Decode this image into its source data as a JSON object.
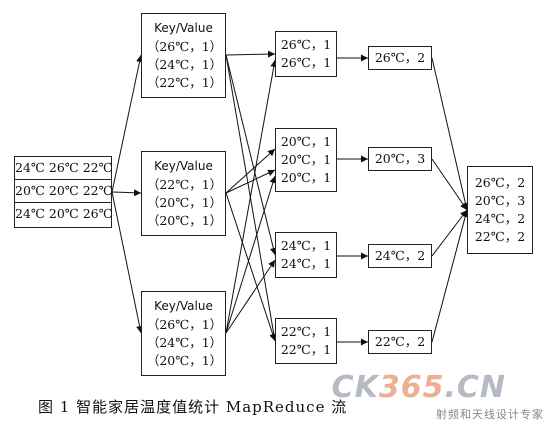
{
  "input": {
    "lines": [
      "24℃ 26℃ 22℃",
      "20℃ 20℃ 22℃",
      "24℃ 20℃ 26℃"
    ]
  },
  "map": [
    {
      "title": "Key/Value",
      "lines": [
        "（26℃，1）",
        "（24℃，1）",
        "（22℃，1）"
      ]
    },
    {
      "title": "Key/Value",
      "lines": [
        "（22℃，1）",
        "（20℃，1）",
        "（20℃，1）"
      ]
    },
    {
      "title": "Key/Value",
      "lines": [
        "（26℃，1）",
        "（24℃，1）",
        "（20℃，1）"
      ]
    }
  ],
  "shuffle": [
    {
      "lines": [
        "26℃，1",
        "26℃，1"
      ]
    },
    {
      "lines": [
        "20℃，1",
        "20℃，1",
        "20℃，1"
      ]
    },
    {
      "lines": [
        "24℃，1",
        "24℃，1"
      ]
    },
    {
      "lines": [
        "22℃，1",
        "22℃，1"
      ]
    }
  ],
  "reduce": [
    "26℃，2",
    "20℃，3",
    "24℃，2",
    "22℃，2"
  ],
  "output": {
    "lines": [
      "26℃，2",
      "20℃，3",
      "24℃，2",
      "22℃，2"
    ]
  },
  "caption": "图 1    智能家居温度值统计 MapReduce 流",
  "watermark": {
    "logo_a": "CK",
    "logo_b": "365",
    "logo_c": ".CN",
    "sub": "射频和天线设计专家"
  }
}
